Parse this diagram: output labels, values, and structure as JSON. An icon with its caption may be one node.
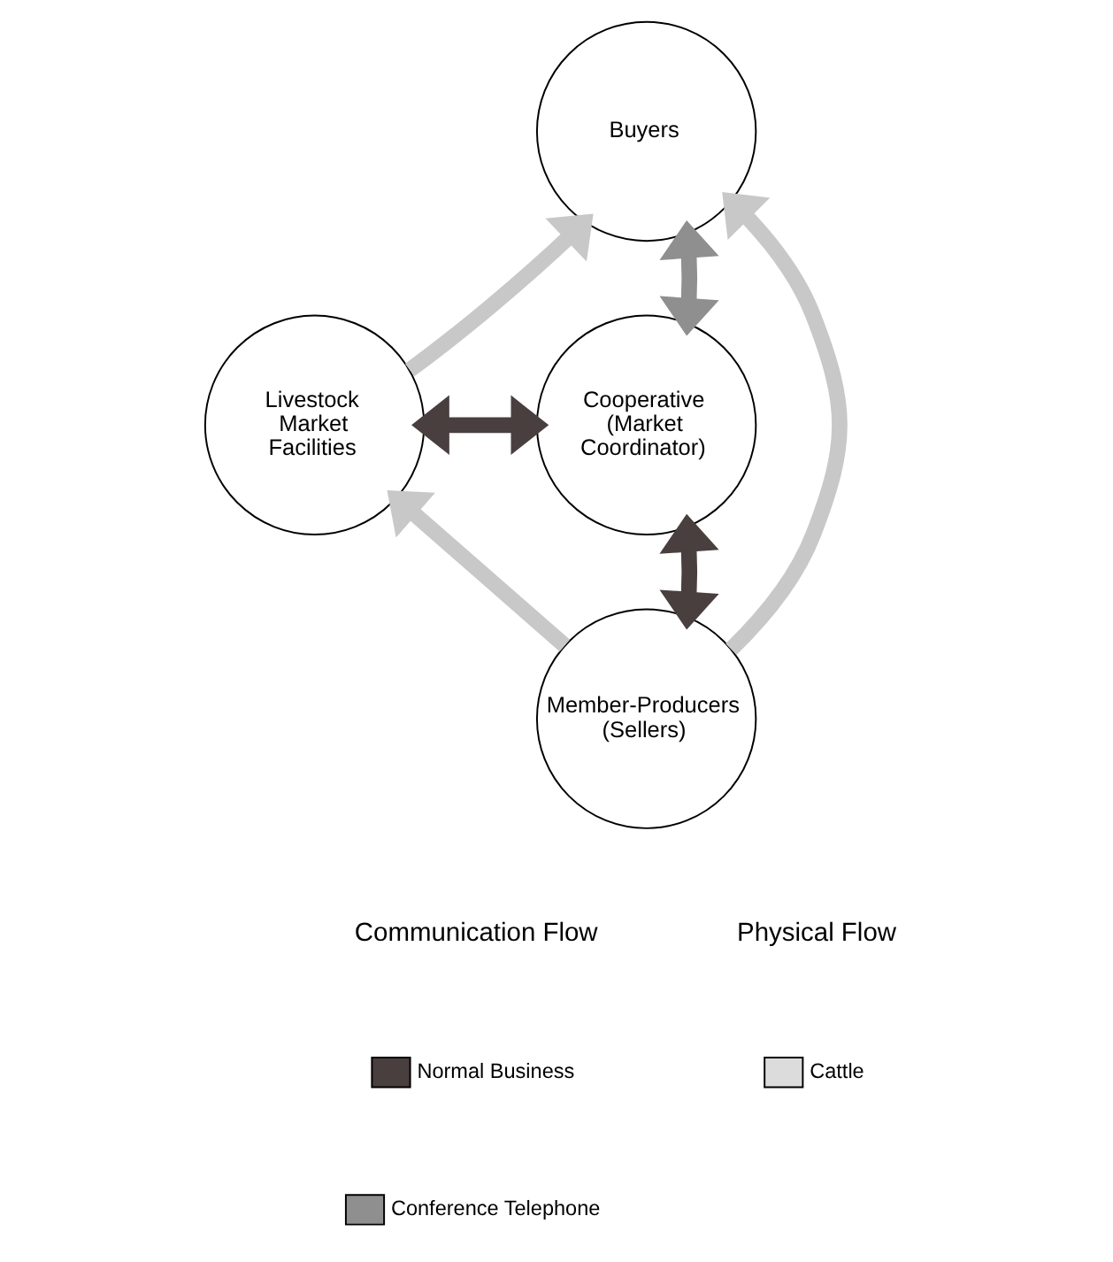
{
  "diagram": {
    "nodes": [
      {
        "text": [
          "Buyers"
        ]
      },
      {
        "text": [
          "Livestock Market Facilities"
        ]
      },
      {
        "text": [
          "Cooperative (Market Coordinator)"
        ]
      },
      {
        "text": [
          "Member-Producers (Sellers)"
        ]
      }
    ],
    "edges": [
      {
        "from": 1,
        "to": 0,
        "arrow": "to"
      },
      {
        "from": 2,
        "to": 0,
        "arrow": "both",
        "color": "#8f8f8f"
      },
      {
        "from": 1,
        "to": 2,
        "arrow": "both",
        "color": "#4a3f3f"
      },
      {
        "from": 2,
        "to": 3,
        "arrow": "both",
        "color": "#4a3f3f"
      },
      {
        "from": 3,
        "to": 1,
        "arrow": "to"
      },
      {
        "from": 3,
        "to": 0,
        "arrow": "to"
      }
    ],
    "labels": [
      "Communication Flow",
      "Physical Flow"
    ],
    "legend": [
      {
        "text": "Normal Business",
        "color": "#4a3f3f"
      },
      {
        "text": "Conference Telephone",
        "color": "#8f8f8f"
      },
      {
        "text": "Cattle",
        "color": "#dcdcdc"
      }
    ]
  }
}
